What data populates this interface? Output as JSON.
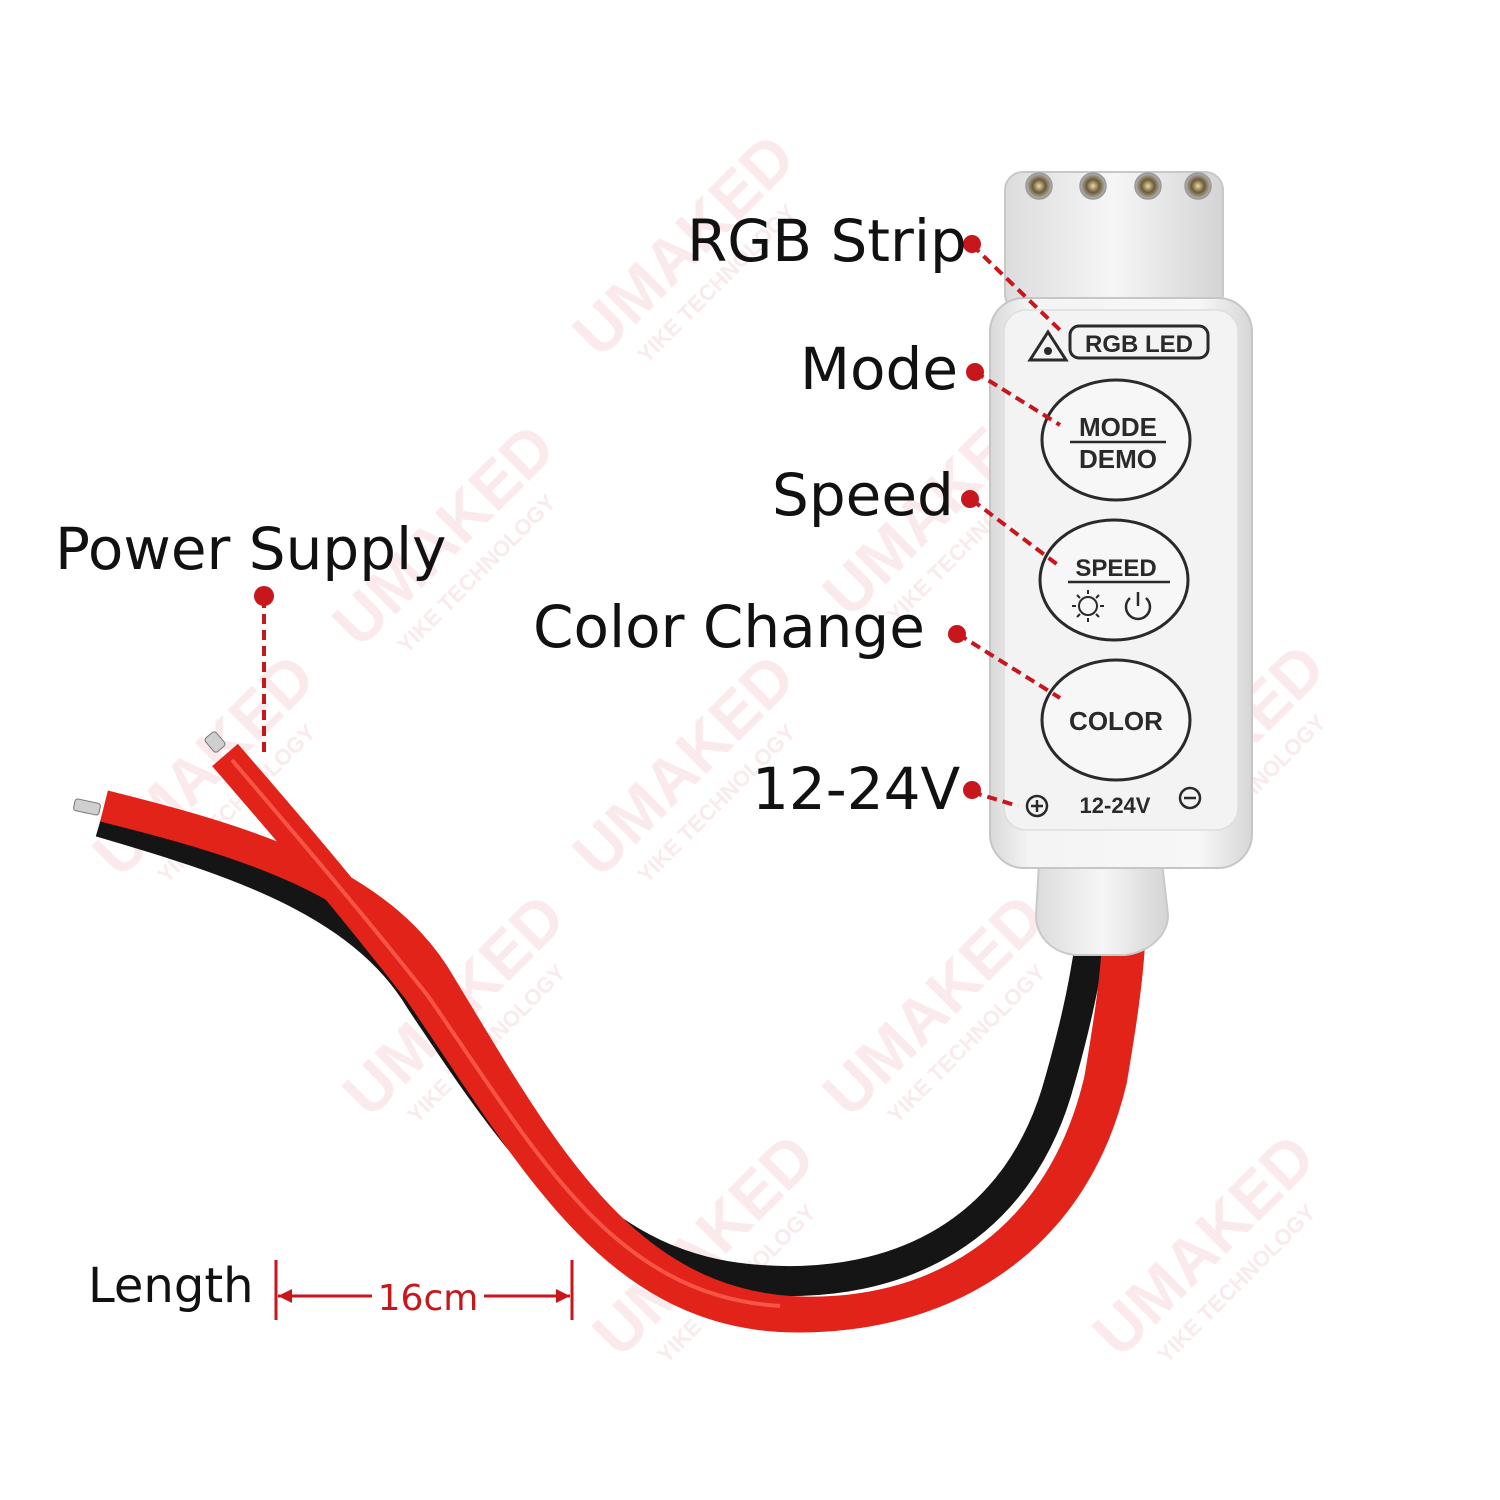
{
  "callouts": {
    "rgb_strip": "RGB Strip",
    "mode": "Mode",
    "speed": "Speed",
    "color_change": "Color Change",
    "voltage": "12-24V",
    "power_supply": "Power Supply",
    "length": "Length"
  },
  "measurement": {
    "value_label": "16cm"
  },
  "device": {
    "rgb_led_label": "RGB LED",
    "mode_button_top": "MODE",
    "mode_button_bottom": "DEMO",
    "speed_button_label": "SPEED",
    "color_button_label": "COLOR",
    "voltage_label": "12-24V"
  },
  "watermark": {
    "brand": "UMAKED",
    "sub": "YIKE TECHNOLOGY"
  },
  "colors": {
    "accent_red": "#c8161d",
    "wire_red": "#e2231a",
    "wire_black": "#151515",
    "housing": "#eeeeee",
    "text": "#111111"
  }
}
